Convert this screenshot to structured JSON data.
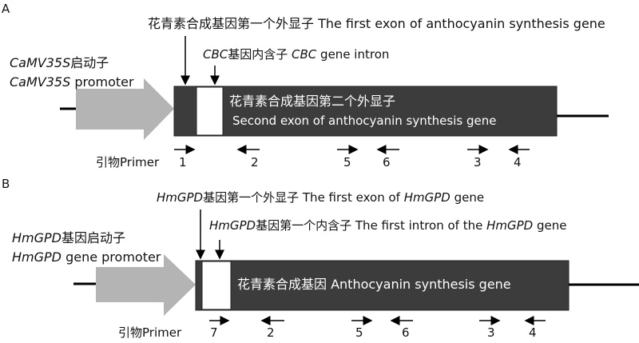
{
  "panel_a": {
    "label": "A",
    "exon1_label": "花青素合成基因第一个外显子 The first exon of anthocyanin synthesis gene",
    "intron_label_it1": "CBC",
    "intron_label_mid": "基因内含子 ",
    "intron_label_it2": "CBC",
    "intron_label_end": " gene intron",
    "promoter_cn_it": "CaMV35S",
    "promoter_cn": "启动子",
    "promoter_en_it": "CaMV35S",
    "promoter_en": " promoter",
    "exon2_cn": "花青素合成基因第二个外显子",
    "exon2_en": "Second exon of anthocyanin synthesis gene",
    "primer_label": "引物Primer",
    "primers": [
      "1",
      "2",
      "5",
      "6",
      "3",
      "4"
    ]
  },
  "panel_b": {
    "label": "B",
    "exon1_it": "HmGPD",
    "exon1_mid": "基因第一个外显子 The first exon of ",
    "exon1_it2": "HmGPD",
    "exon1_end": " gene",
    "intron_it": "HmGPD",
    "intron_mid": "基因第一个内含子 The first intron of the ",
    "intron_it2": "HmGPD",
    "intron_end": " gene",
    "promoter_cn_it": "HmGPD",
    "promoter_cn": "基因启动子",
    "promoter_en_it": "HmGPD",
    "promoter_en": " gene promoter",
    "gene_label": "花青素合成基因 Anthocyanin synthesis gene",
    "primer_label": "引物Primer",
    "primers": [
      "7",
      "2",
      "5",
      "6",
      "3",
      "4"
    ]
  },
  "colors": {
    "exon": "#3c3c3c",
    "promoter": "#b4b4b4",
    "intron": "#ffffff"
  }
}
